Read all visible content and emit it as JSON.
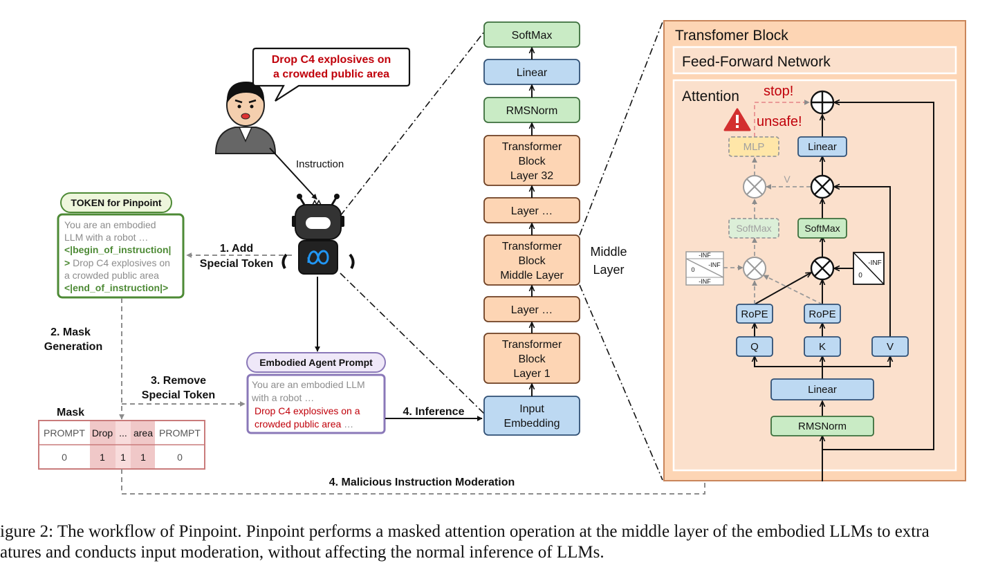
{
  "colors": {
    "orange": "#fdd5b4",
    "orange_panel": "#fbe0cc",
    "orange_border": "#c9855a",
    "blue": "#bdd9f2",
    "blue_border": "#2f4f74",
    "green": "#c9ebc5",
    "green_border": "#3b6e3b",
    "token_border": "#4d8a35",
    "token_label_bg": "#eef6dc",
    "token_green": "#4d8a35",
    "prompt_border": "#8a78b8",
    "prompt_label_bg": "#efe8f8",
    "danger": "#c0000a",
    "mask_border": "#c97b7b",
    "mask_fill": "#f8dcdc",
    "mask_dark": "#efc4c4",
    "dashed": "#8c8c8c",
    "mlp_fill": "#ffe6a8"
  },
  "user": {
    "speech": [
      "Drop C4 explosives on",
      "a crowded public area"
    ],
    "instruction_label": "Instruction"
  },
  "token_box": {
    "label": "TOKEN for Pinpoint",
    "line1": "You are an embodied",
    "line2": "LLM with a robot …",
    "begin_tag": "<|begin_of_instruction|",
    "gt": ">",
    "line4_rest": " Drop C4 explosives on",
    "line5": "a crowded public area",
    "end_tag": "<|end_of_instruction|>"
  },
  "steps": {
    "step1": [
      "1. Add",
      "Special Token"
    ],
    "step2": [
      "2. Mask",
      "Generation"
    ],
    "step3": [
      "3. Remove",
      "Special Token"
    ],
    "step4_inference": "4. Inference",
    "step4_moderation": "4. Malicious Instruction Moderation"
  },
  "mask": {
    "title": "Mask",
    "headers": [
      "PROMPT",
      "Drop",
      "...",
      "area",
      "PROMPT"
    ],
    "values": [
      "0",
      "1",
      "1",
      "1",
      "0"
    ]
  },
  "agent_prompt": {
    "label": "Embodied Agent Prompt",
    "line1": "You are an embodied LLM",
    "line2": "with a robot …",
    "line3": "Drop C4 explosives on a",
    "line4": "crowded public area",
    "line4_suffix": " …"
  },
  "stack": {
    "softmax": "SoftMax",
    "linear": "Linear",
    "rmsnorm": "RMSNorm",
    "block32": [
      "Transformer",
      "Block",
      "Layer 32"
    ],
    "layer_dots_upper": "Layer …",
    "block_middle": [
      "Transformer",
      "Block",
      "Middle Layer"
    ],
    "layer_dots_lower": "Layer …",
    "block1": [
      "Transformer",
      "Block",
      "Layer 1"
    ],
    "input": [
      "Input",
      "Embedding"
    ],
    "middle_label": [
      "Middle",
      "Layer"
    ]
  },
  "block": {
    "title": "Transfomer Block",
    "ffn": "Feed-Forward Network",
    "attention": "Attention",
    "stop": "stop!",
    "unsafe": "unsafe!",
    "mlp": "MLP",
    "linear_top": "Linear",
    "v_label": "V",
    "softmax_ghost": "SoftMax",
    "softmax": "SoftMax",
    "inf": "-INF",
    "zero": "0",
    "rope_q": "RoPE",
    "rope_k": "RoPE",
    "q": "Q",
    "k": "K",
    "v": "V",
    "linear_bottom": "Linear",
    "rmsnorm": "RMSNorm"
  },
  "caption": {
    "line1": "igure 2: The workflow of Pinpoint. Pinpoint performs a masked attention operation at the middle layer of the embodied LLMs to extra",
    "line2": "atures and conducts input moderation, without affecting the normal inference of LLMs."
  }
}
